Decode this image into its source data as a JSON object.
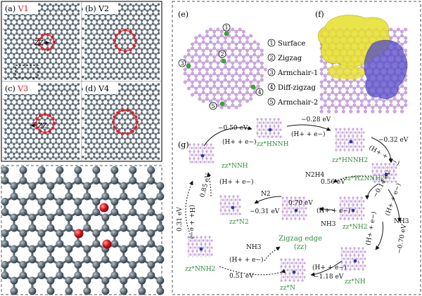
{
  "panels": {
    "a": {
      "tag": "(a)",
      "label": "V1"
    },
    "b": {
      "tag": "(b)",
      "label": "V2"
    },
    "c": {
      "tag": "(c)",
      "label": "V3"
    },
    "d": {
      "tag": "(d)",
      "label": "V4"
    },
    "e": {
      "tag": "(e)"
    },
    "f": {
      "tag": "(f)"
    },
    "g": {
      "tag": "(g)"
    }
  },
  "zz_labels": {
    "a": "ZZ",
    "c": "ZZ"
  },
  "sites": [
    {
      "num": "1",
      "name": "Surface"
    },
    {
      "num": "2",
      "name": "Zigzag"
    },
    {
      "num": "3",
      "name": "Armchair-1"
    },
    {
      "num": "4",
      "name": "Diff-zigzag"
    },
    {
      "num": "5",
      "name": "Armchair-2"
    }
  ],
  "cycle": {
    "center_name": "Zigzag edge",
    "center_sub": "(zz)",
    "intermediates": {
      "nnh": "zz*NNH",
      "hnnh": "zz*HNNH",
      "hnnh2": "zz*HNNH2",
      "h2nnh2": "zz*H2NNH2",
      "nh2": "zz*NH2",
      "nh": "zz*NH",
      "n": "zz*N",
      "nnh2": "zz*NNH2",
      "n2": "zz*N2"
    },
    "energies": {
      "e1": "−0.50 eV",
      "e2": "−0.28 eV",
      "e3": "−0.32 eV",
      "e4": "0.56 eV",
      "e5": "−0.14 eV",
      "e6": "0.70 eV",
      "e7": "−0.70 eV",
      "e8": "−1.18 eV",
      "e9": "0.51 eV",
      "e10": "0.31 eV",
      "e11": "0.85 eV",
      "e12": "−0.31 eV"
    },
    "steps": {
      "s1": "(H+ + e−)",
      "s2": "(H+ + e−)",
      "s3": "(H+ + e−)",
      "s4": "(H+ + e−)",
      "s5": "(H+ + e−)",
      "s6": "(H+ + e−)",
      "s7": "(H+ + e−)",
      "s8": "(H+ + e−)",
      "s9": "(H+ + e−)",
      "s10": "(H+ + e−)",
      "s11": "(H+ + e−)"
    },
    "species": {
      "n2h4": "N2H4",
      "n2": "N2",
      "nh3_a": "NH3",
      "nh3_b": "NH3",
      "nh3_c": "NH3"
    }
  },
  "colors": {
    "carbon": "#5f6e78",
    "defect": "#e0202a",
    "oxygen": "#d6121c",
    "site_atom": "#c9a7dc",
    "active_site": "#3aa33a",
    "label_green": "#2f8f3a",
    "iso_yellow": "#e6e02a",
    "iso_blue": "#5a4fc8"
  }
}
